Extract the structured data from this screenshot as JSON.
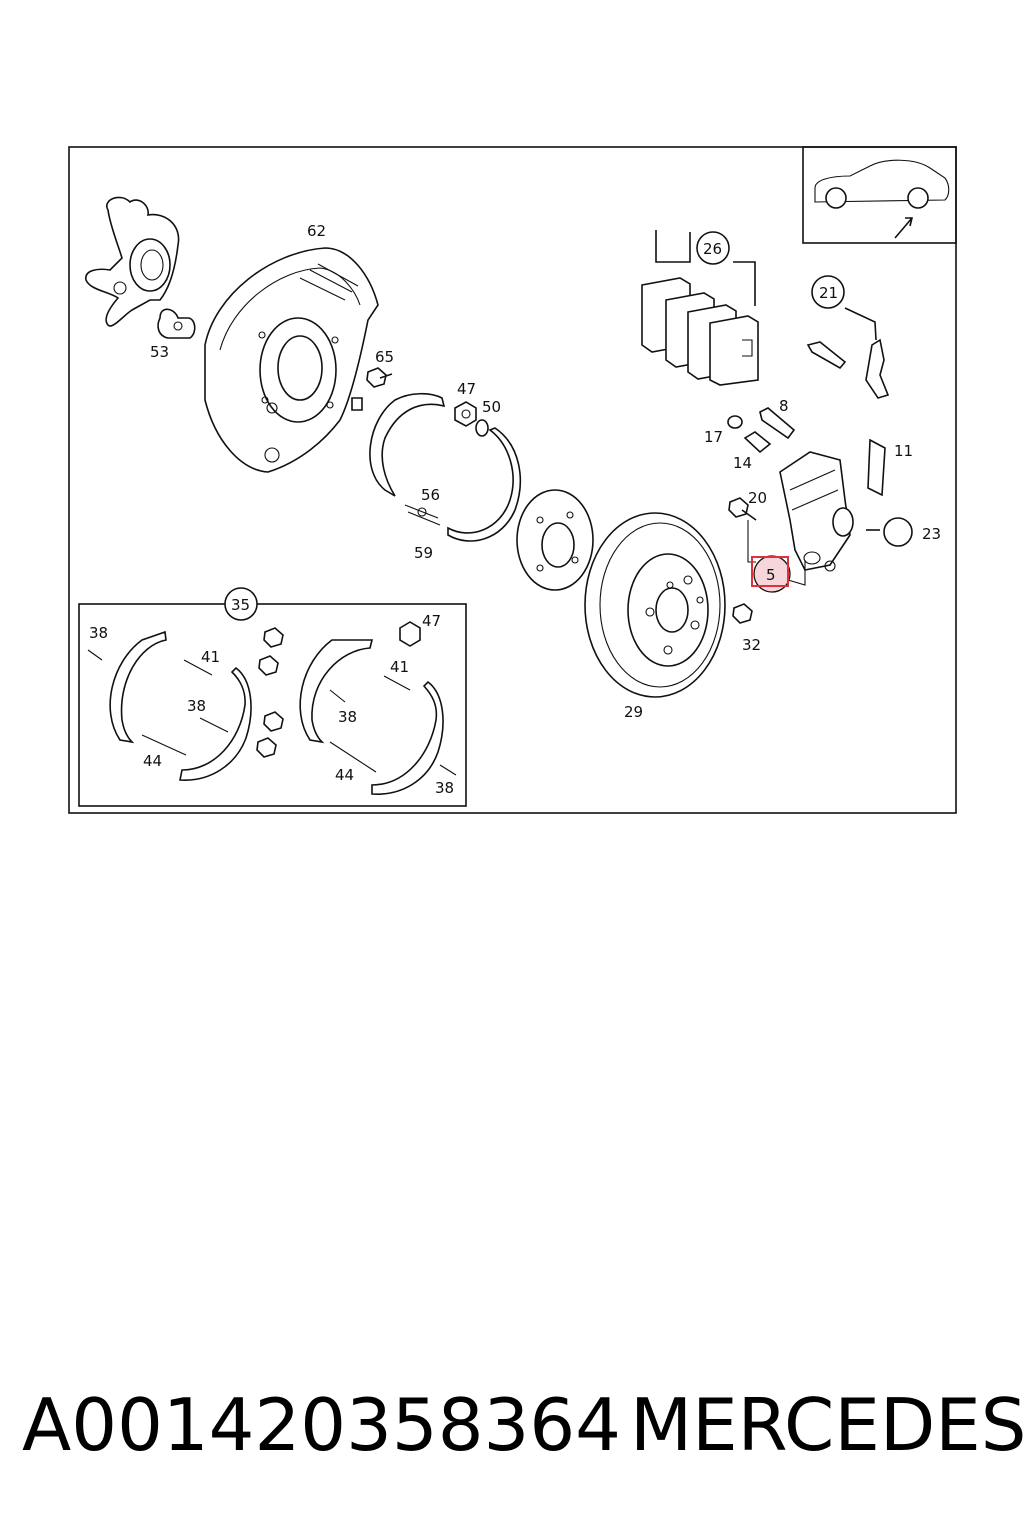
{
  "diagram": {
    "labels": {
      "l62": "62",
      "l53": "53",
      "l65": "65",
      "l47a": "47",
      "l50": "50",
      "l56": "56",
      "l59": "59",
      "l26": "26",
      "l21": "21",
      "l8": "8",
      "l17": "17",
      "l14": "14",
      "l11": "11",
      "l20": "20",
      "l23": "23",
      "l5": "5",
      "l32": "32",
      "l29": "29",
      "l35": "35",
      "l38a": "38",
      "l41a": "41",
      "l38b": "38",
      "l44a": "44",
      "l47b": "47",
      "l41b": "41",
      "l38c": "38",
      "l44b": "44",
      "l38d": "38"
    },
    "highlight_color": "#e0303a"
  },
  "caption": {
    "part_number": "A001420358364",
    "brand": "MERCEDES"
  }
}
